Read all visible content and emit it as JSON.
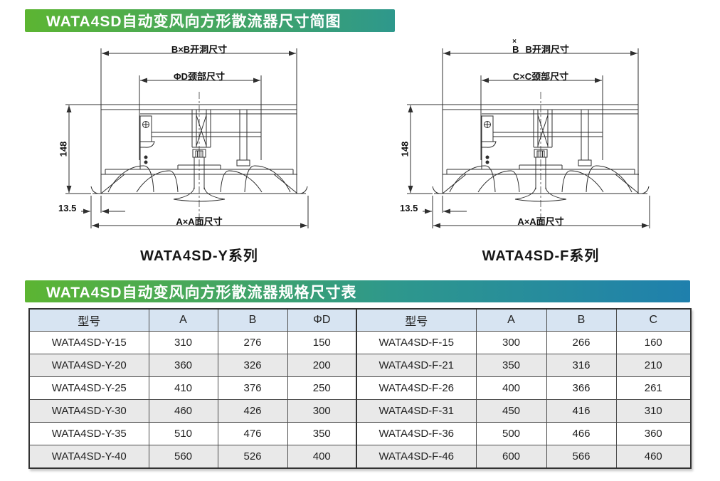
{
  "banners": {
    "diagram_title": "WATA4SD自动变风向方形散流器尺寸简图",
    "table_title": "WATA4SD自动变风向方形散流器规格尺寸表",
    "gradient_left": "#5cb532",
    "gradient_mid": "#2e988c",
    "gradient_right": "#1f80ad",
    "text_color": "#ffffff"
  },
  "drawings": {
    "left": {
      "dim_opening": "B×B开洞尺寸",
      "dim_neck": "ΦD颈部尺寸",
      "dim_height": "148",
      "dim_lip": "13.5",
      "dim_face": "A×A面尺寸",
      "caption": "WATA4SD-Y系列"
    },
    "right": {
      "dim_opening_sup": "×",
      "dim_opening_b1": "B",
      "dim_opening_rest": "B开洞尺寸",
      "dim_neck": "C×C颈部尺寸",
      "dim_height": "148",
      "dim_lip": "13.5",
      "dim_face": "A×A面尺寸",
      "caption": "WATA4SD-F系列"
    }
  },
  "spec_table": {
    "header_bg": "#d7e4f2",
    "row_alt_bg": "#e9e9e9",
    "headers": [
      "型号",
      "A",
      "B",
      "ΦD",
      "型号",
      "A",
      "B",
      "C"
    ],
    "rows": [
      [
        "WATA4SD-Y-15",
        "310",
        "276",
        "150",
        "WATA4SD-F-15",
        "300",
        "266",
        "160"
      ],
      [
        "WATA4SD-Y-20",
        "360",
        "326",
        "200",
        "WATA4SD-F-21",
        "350",
        "316",
        "210"
      ],
      [
        "WATA4SD-Y-25",
        "410",
        "376",
        "250",
        "WATA4SD-F-26",
        "400",
        "366",
        "261"
      ],
      [
        "WATA4SD-Y-30",
        "460",
        "426",
        "300",
        "WATA4SD-F-31",
        "450",
        "416",
        "310"
      ],
      [
        "WATA4SD-Y-35",
        "510",
        "476",
        "350",
        "WATA4SD-F-36",
        "500",
        "466",
        "360"
      ],
      [
        "WATA4SD-Y-40",
        "560",
        "526",
        "400",
        "WATA4SD-F-46",
        "600",
        "566",
        "460"
      ]
    ]
  }
}
